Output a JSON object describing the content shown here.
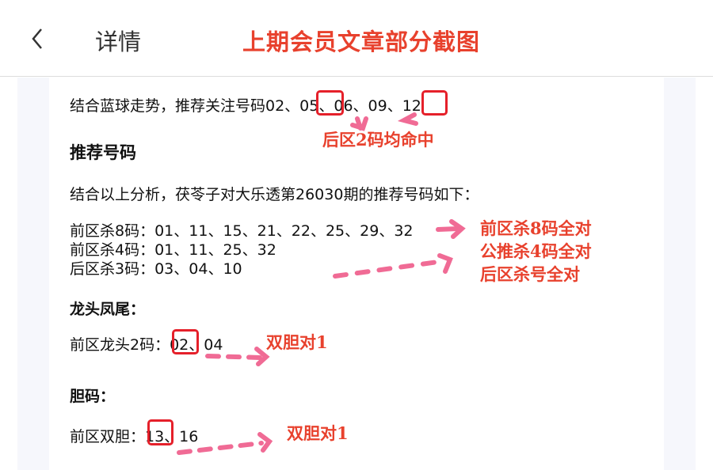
{
  "header": {
    "back_icon": "chevron-left-icon",
    "title": "详情",
    "banner": "上期会员文章部分截图"
  },
  "article": {
    "line1": "结合蓝球走势，推荐关注号码02、05、06、09、12",
    "section1": "推荐号码",
    "intro": "结合以上分析，茯苓子对大乐透第26030期的推荐号码如下：",
    "kill8": "前区杀8码：01、11、15、21、22、25、29、32",
    "kill4": "前区杀4码：01、11、25、32",
    "kill3": "后区杀3码：03、04、10",
    "section2": "龙头凤尾：",
    "dragon": "前区龙头2码：02、04",
    "section3": "胆码：",
    "dan": "前区双胆：13、16"
  },
  "annotations": {
    "a1": "后区2码均命中",
    "a2": [
      "前区杀8码全对",
      "公推杀4码全对",
      "后区杀号全对"
    ],
    "a3": "双胆对1",
    "a4": "双胆对1"
  },
  "colors": {
    "annotation": "#e8412d",
    "box": "#e5202a",
    "arrow": "#f06b95"
  }
}
